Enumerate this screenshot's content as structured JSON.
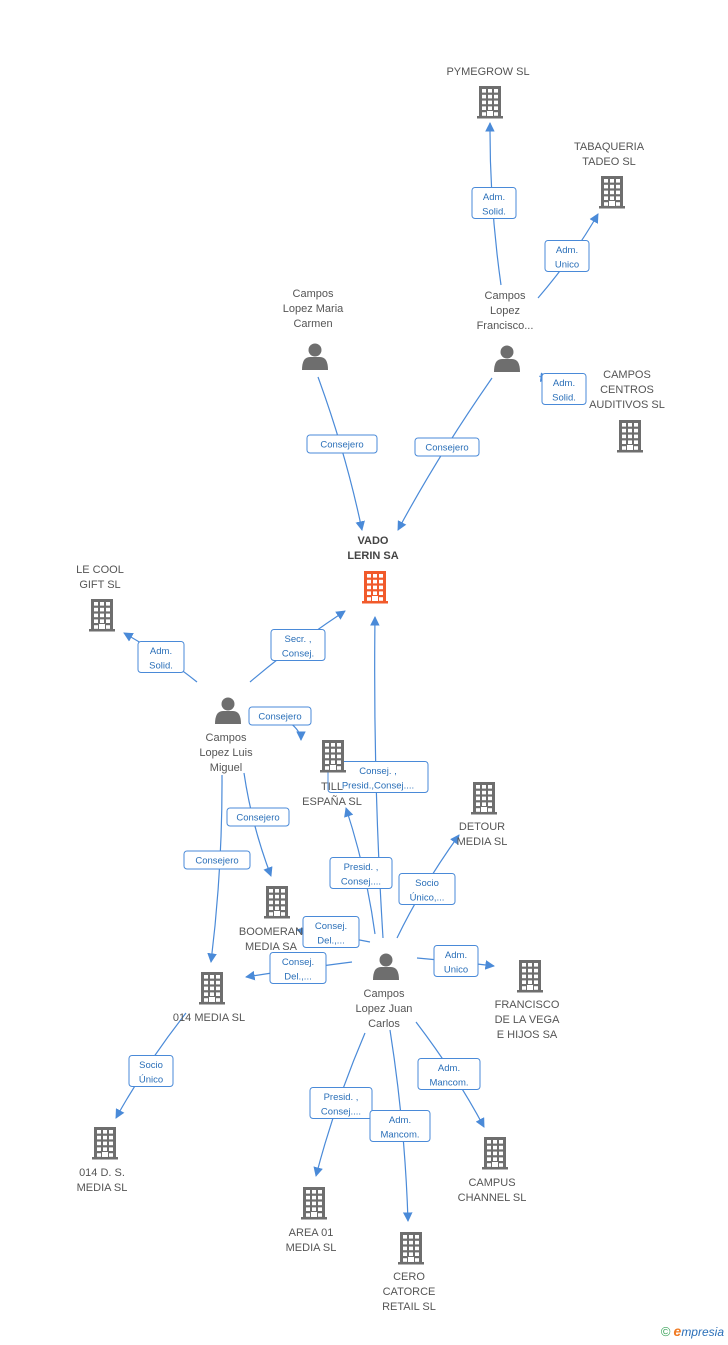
{
  "colors": {
    "building": "#6e6e6e",
    "main_building": "#f15a2b",
    "person": "#6e6e6e",
    "edge": "#4a8ad8"
  },
  "nodes": [
    {
      "id": "pymegrow",
      "type": "company",
      "lines": [
        "PYMEGROW  SL"
      ]
    },
    {
      "id": "tabaqueria",
      "type": "company",
      "lines": [
        "TABAQUERIA",
        "TADEO  SL"
      ]
    },
    {
      "id": "campos_centros",
      "type": "company",
      "lines": [
        "CAMPOS",
        "CENTROS",
        "AUDITIVOS  SL"
      ]
    },
    {
      "id": "p_francisco",
      "type": "person",
      "lines": [
        "Campos",
        "Lopez",
        "Francisco..."
      ]
    },
    {
      "id": "p_maria",
      "type": "person",
      "lines": [
        "Campos",
        "Lopez Maria",
        "Carmen"
      ]
    },
    {
      "id": "vado",
      "type": "main",
      "lines": [
        "VADO",
        "LERIN SA"
      ]
    },
    {
      "id": "lecool",
      "type": "company",
      "lines": [
        "LE COOL",
        "GIFT SL"
      ]
    },
    {
      "id": "p_luis",
      "type": "person",
      "lines": [
        "Campos",
        "Lopez Luis",
        "Miguel"
      ]
    },
    {
      "id": "tilla",
      "type": "company",
      "lines": [
        "TILL",
        "ESPAÑA SL"
      ]
    },
    {
      "id": "detour",
      "type": "company",
      "lines": [
        "DETOUR",
        "MEDIA SL"
      ]
    },
    {
      "id": "boomerang",
      "type": "company",
      "lines": [
        "BOOMERAN",
        "MEDIA SA"
      ]
    },
    {
      "id": "media014",
      "type": "company",
      "lines": [
        "014 MEDIA SL"
      ]
    },
    {
      "id": "p_juan",
      "type": "person",
      "lines": [
        "Campos",
        "Lopez Juan",
        "Carlos"
      ]
    },
    {
      "id": "francisco_vega",
      "type": "company",
      "lines": [
        "FRANCISCO",
        "DE LA VEGA",
        "E HIJOS SA"
      ]
    },
    {
      "id": "d014",
      "type": "company",
      "lines": [
        "014 D.  S.",
        "MEDIA  SL"
      ]
    },
    {
      "id": "campus",
      "type": "company",
      "lines": [
        "CAMPUS",
        "CHANNEL SL"
      ]
    },
    {
      "id": "area01",
      "type": "company",
      "lines": [
        "AREA 01",
        "MEDIA SL"
      ]
    },
    {
      "id": "cero",
      "type": "company",
      "lines": [
        "CERO",
        "CATORCE",
        "RETAIL  SL"
      ]
    }
  ],
  "edges": [
    {
      "from": "p_francisco",
      "to": "pymegrow",
      "lines": [
        "Adm.",
        "Solid."
      ]
    },
    {
      "from": "p_francisco",
      "to": "tabaqueria",
      "lines": [
        "Adm.",
        "Unico"
      ]
    },
    {
      "from": "p_francisco",
      "to": "campos_centros",
      "lines": [
        "Adm.",
        "Solid."
      ]
    },
    {
      "from": "p_maria",
      "to": "vado",
      "lines": [
        "Consejero"
      ]
    },
    {
      "from": "p_francisco",
      "to": "vado",
      "lines": [
        "Consejero"
      ]
    },
    {
      "from": "p_luis",
      "to": "lecool",
      "lines": [
        "Adm.",
        "Solid."
      ]
    },
    {
      "from": "p_luis",
      "to": "vado",
      "lines": [
        "Secr. ,",
        "Consej."
      ]
    },
    {
      "from": "p_luis",
      "to": "tilla",
      "lines": [
        "Consejero"
      ]
    },
    {
      "from": "p_luis",
      "to": "boomerang",
      "lines": [
        "Consejero"
      ]
    },
    {
      "from": "p_luis",
      "to": "media014",
      "lines": [
        "Consejero"
      ]
    },
    {
      "from": "p_juan",
      "to": "vado",
      "lines": [
        "Consej. ,",
        "Presid.,Consej...."
      ]
    },
    {
      "from": "p_juan",
      "to": "tilla",
      "lines": [
        "Presid. ,",
        "Consej...."
      ]
    },
    {
      "from": "p_juan",
      "to": "detour",
      "lines": [
        "Socio",
        "Único,..."
      ]
    },
    {
      "from": "p_juan",
      "to": "boomerang",
      "lines": [
        "Consej.",
        "Del.,..."
      ]
    },
    {
      "from": "p_juan",
      "to": "media014",
      "lines": [
        "Consej.",
        "Del.,..."
      ]
    },
    {
      "from": "p_juan",
      "to": "francisco_vega",
      "lines": [
        "Adm.",
        "Unico"
      ]
    },
    {
      "from": "media014",
      "to": "d014",
      "lines": [
        "Socio",
        "Único"
      ]
    },
    {
      "from": "p_juan",
      "to": "campus",
      "lines": [
        "Adm.",
        "Mancom."
      ]
    },
    {
      "from": "p_juan",
      "to": "area01",
      "lines": [
        "Presid. ,",
        "Consej...."
      ]
    },
    {
      "from": "p_juan",
      "to": "cero",
      "lines": [
        "Adm.",
        "Mancom."
      ]
    }
  ],
  "footer": {
    "copyright": "©",
    "brand_initial": "e",
    "brand_rest": "mpresia"
  }
}
